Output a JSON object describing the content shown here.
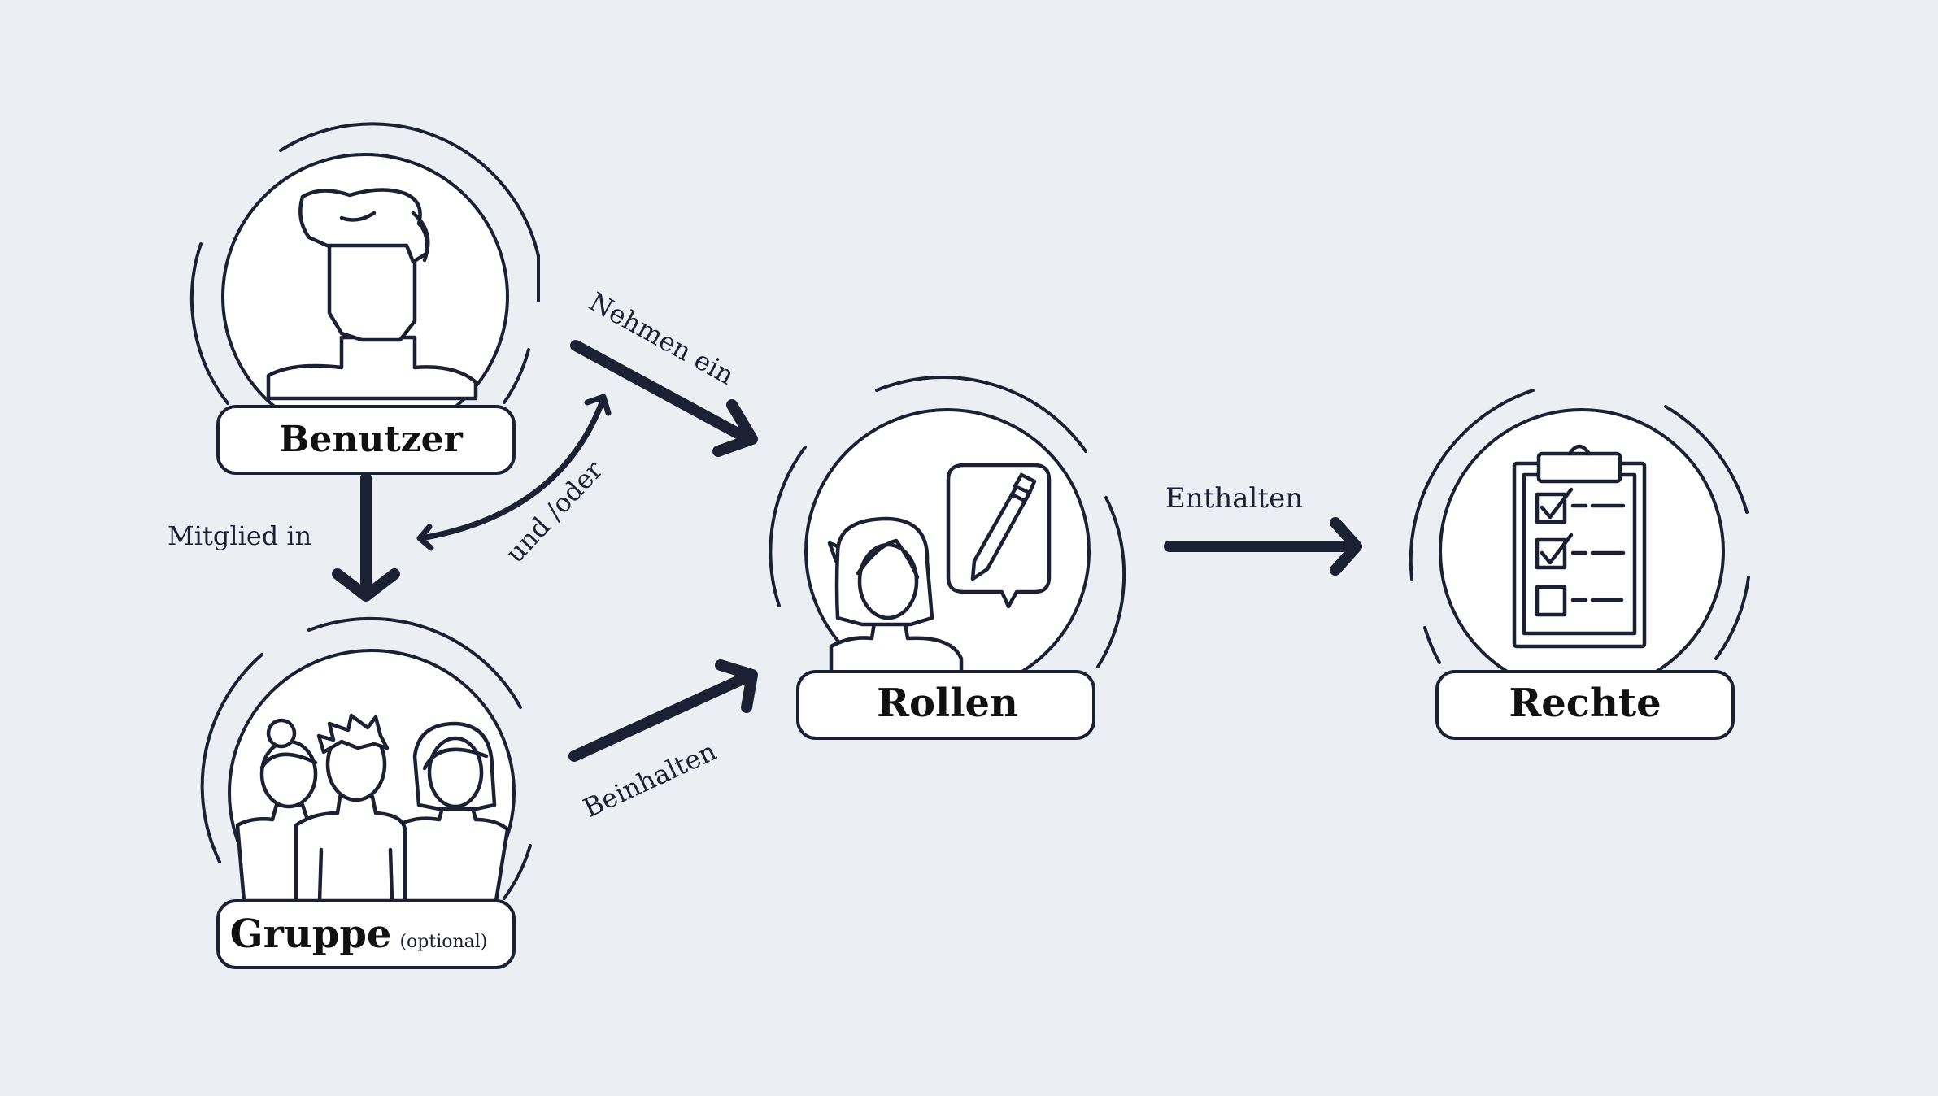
{
  "nodes": {
    "benutzer": {
      "label": "Benutzer"
    },
    "gruppe": {
      "label": "Gruppe",
      "sublabel": "(optional)"
    },
    "rollen": {
      "label": "Rollen"
    },
    "rechte": {
      "label": "Rechte"
    }
  },
  "edges": {
    "mitglied_in": "Mitglied in",
    "und_oder": "und /oder",
    "nehmen_ein": "Nehmen ein",
    "beinhalten": "Beinhalten",
    "enthalten": "Enthalten"
  },
  "icons": {
    "benutzer": "male-user-icon",
    "gruppe": "group-people-icon",
    "rollen": "woman-with-pencil-icon",
    "rechte": "checklist-clipboard-icon"
  },
  "colors": {
    "background": "#ebeff3",
    "ink": "#1c2033",
    "fill": "#ffffff"
  }
}
